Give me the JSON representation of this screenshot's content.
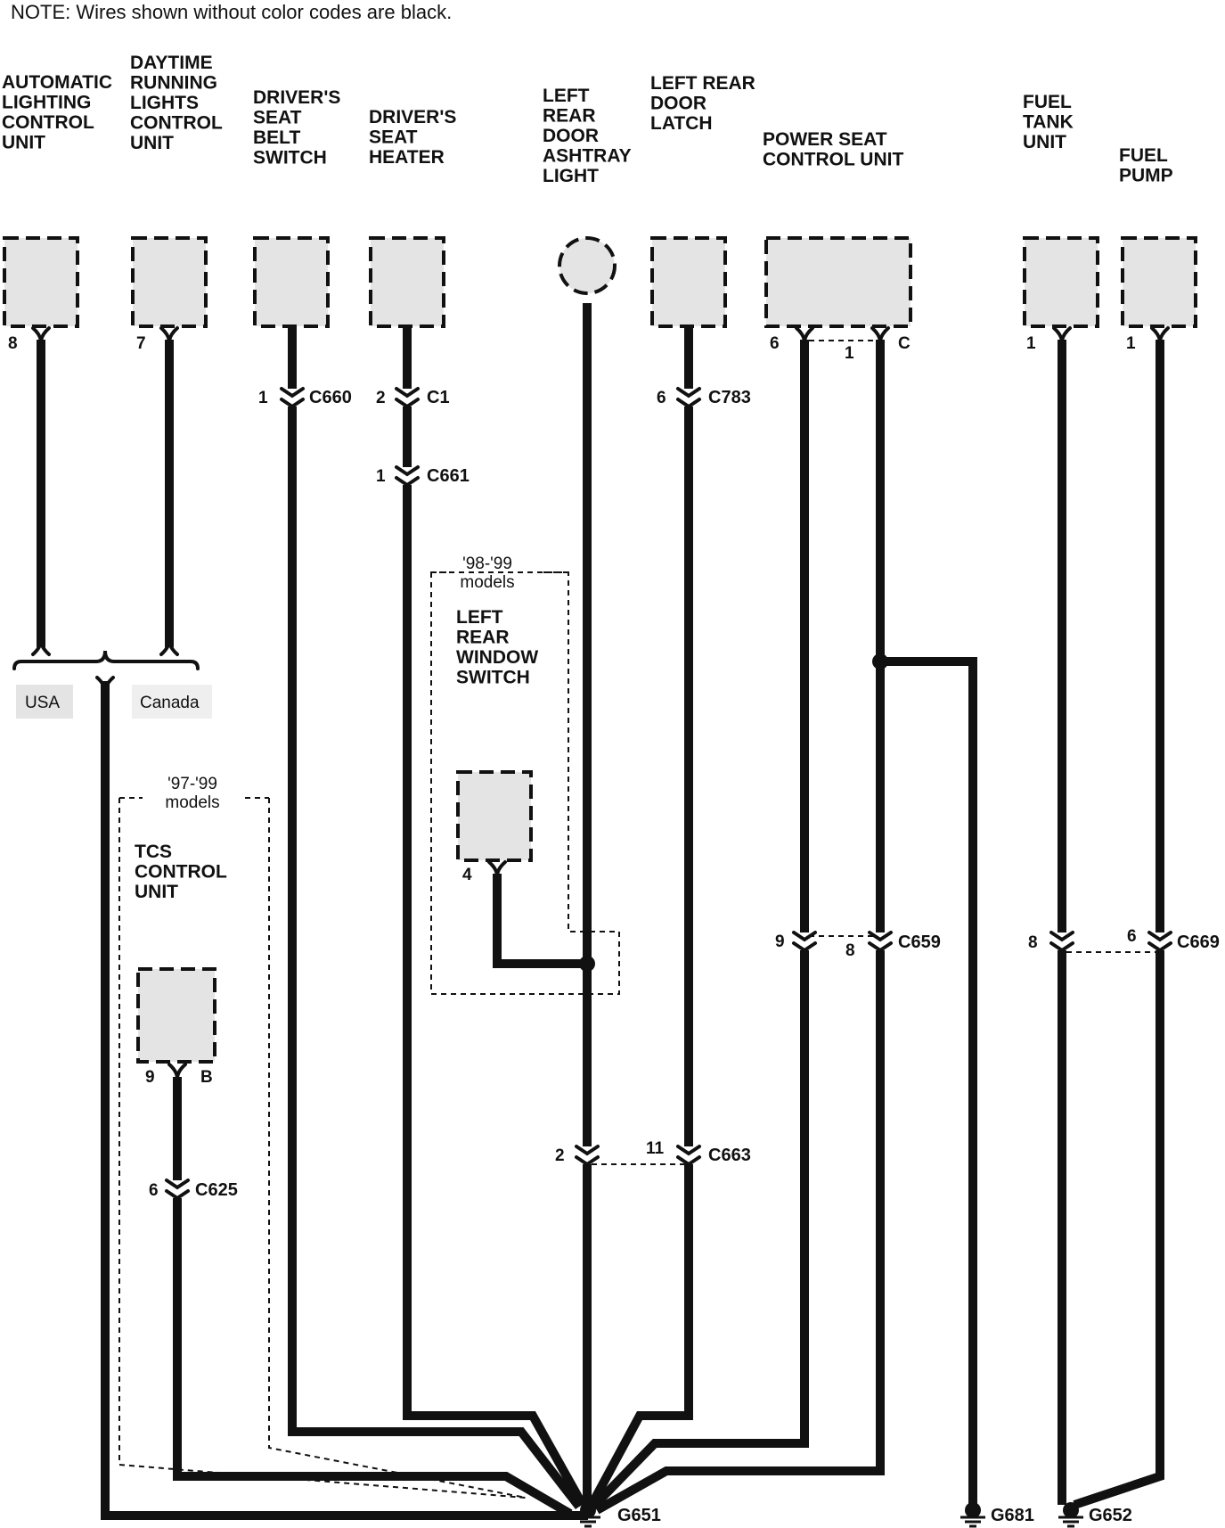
{
  "note": "NOTE: Wires shown without color codes are black.",
  "components": {
    "auto_lighting": [
      "AUTOMATIC",
      "LIGHTING",
      "CONTROL",
      "UNIT"
    ],
    "drl": [
      "DAYTIME",
      "RUNNING",
      "LIGHTS",
      "CONTROL",
      "UNIT"
    ],
    "seat_belt": [
      "DRIVER'S",
      "SEAT",
      "BELT",
      "SWITCH"
    ],
    "seat_heater": [
      "DRIVER'S",
      "SEAT",
      "HEATER"
    ],
    "ashtray": [
      "LEFT",
      "REAR",
      "DOOR",
      "ASHTRAY",
      "LIGHT"
    ],
    "door_latch": [
      "LEFT REAR",
      "DOOR",
      "LATCH"
    ],
    "power_seat": [
      "POWER SEAT",
      "CONTROL UNIT"
    ],
    "fuel_tank": [
      "FUEL",
      "TANK",
      "UNIT"
    ],
    "fuel_pump": [
      "FUEL",
      "PUMP"
    ],
    "window_switch": [
      "LEFT",
      "REAR",
      "WINDOW",
      "SWITCH"
    ],
    "tcs": [
      "TCS",
      "CONTROL",
      "UNIT"
    ]
  },
  "model_notes": {
    "window": [
      "'98-'99",
      "models"
    ],
    "tcs": [
      "'97-'99",
      "models"
    ]
  },
  "variants": {
    "usa": "USA",
    "canada": "Canada"
  },
  "pins": {
    "auto_lighting": "8",
    "drl": "7",
    "c660": "1",
    "c1": "2",
    "c661": "1",
    "c783": "6",
    "power_seat_a": "6",
    "power_seat_b": "1",
    "power_seat_c": "C",
    "fuel_tank": "1",
    "fuel_pump": "1",
    "window_switch": "4",
    "tcs_a": "9",
    "tcs_b": "B",
    "c625": "6",
    "c663_a": "2",
    "c663_b": "11",
    "c659_a": "9",
    "c659_b": "8",
    "c669_a": "8",
    "c669_b": "6"
  },
  "connectors": {
    "c660": "C660",
    "c1": "C1",
    "c661": "C661",
    "c783": "C783",
    "c659": "C659",
    "c669": "C669",
    "c663": "C663",
    "c625": "C625"
  },
  "grounds": {
    "g651": "G651",
    "g681": "G681",
    "g652": "G652"
  }
}
